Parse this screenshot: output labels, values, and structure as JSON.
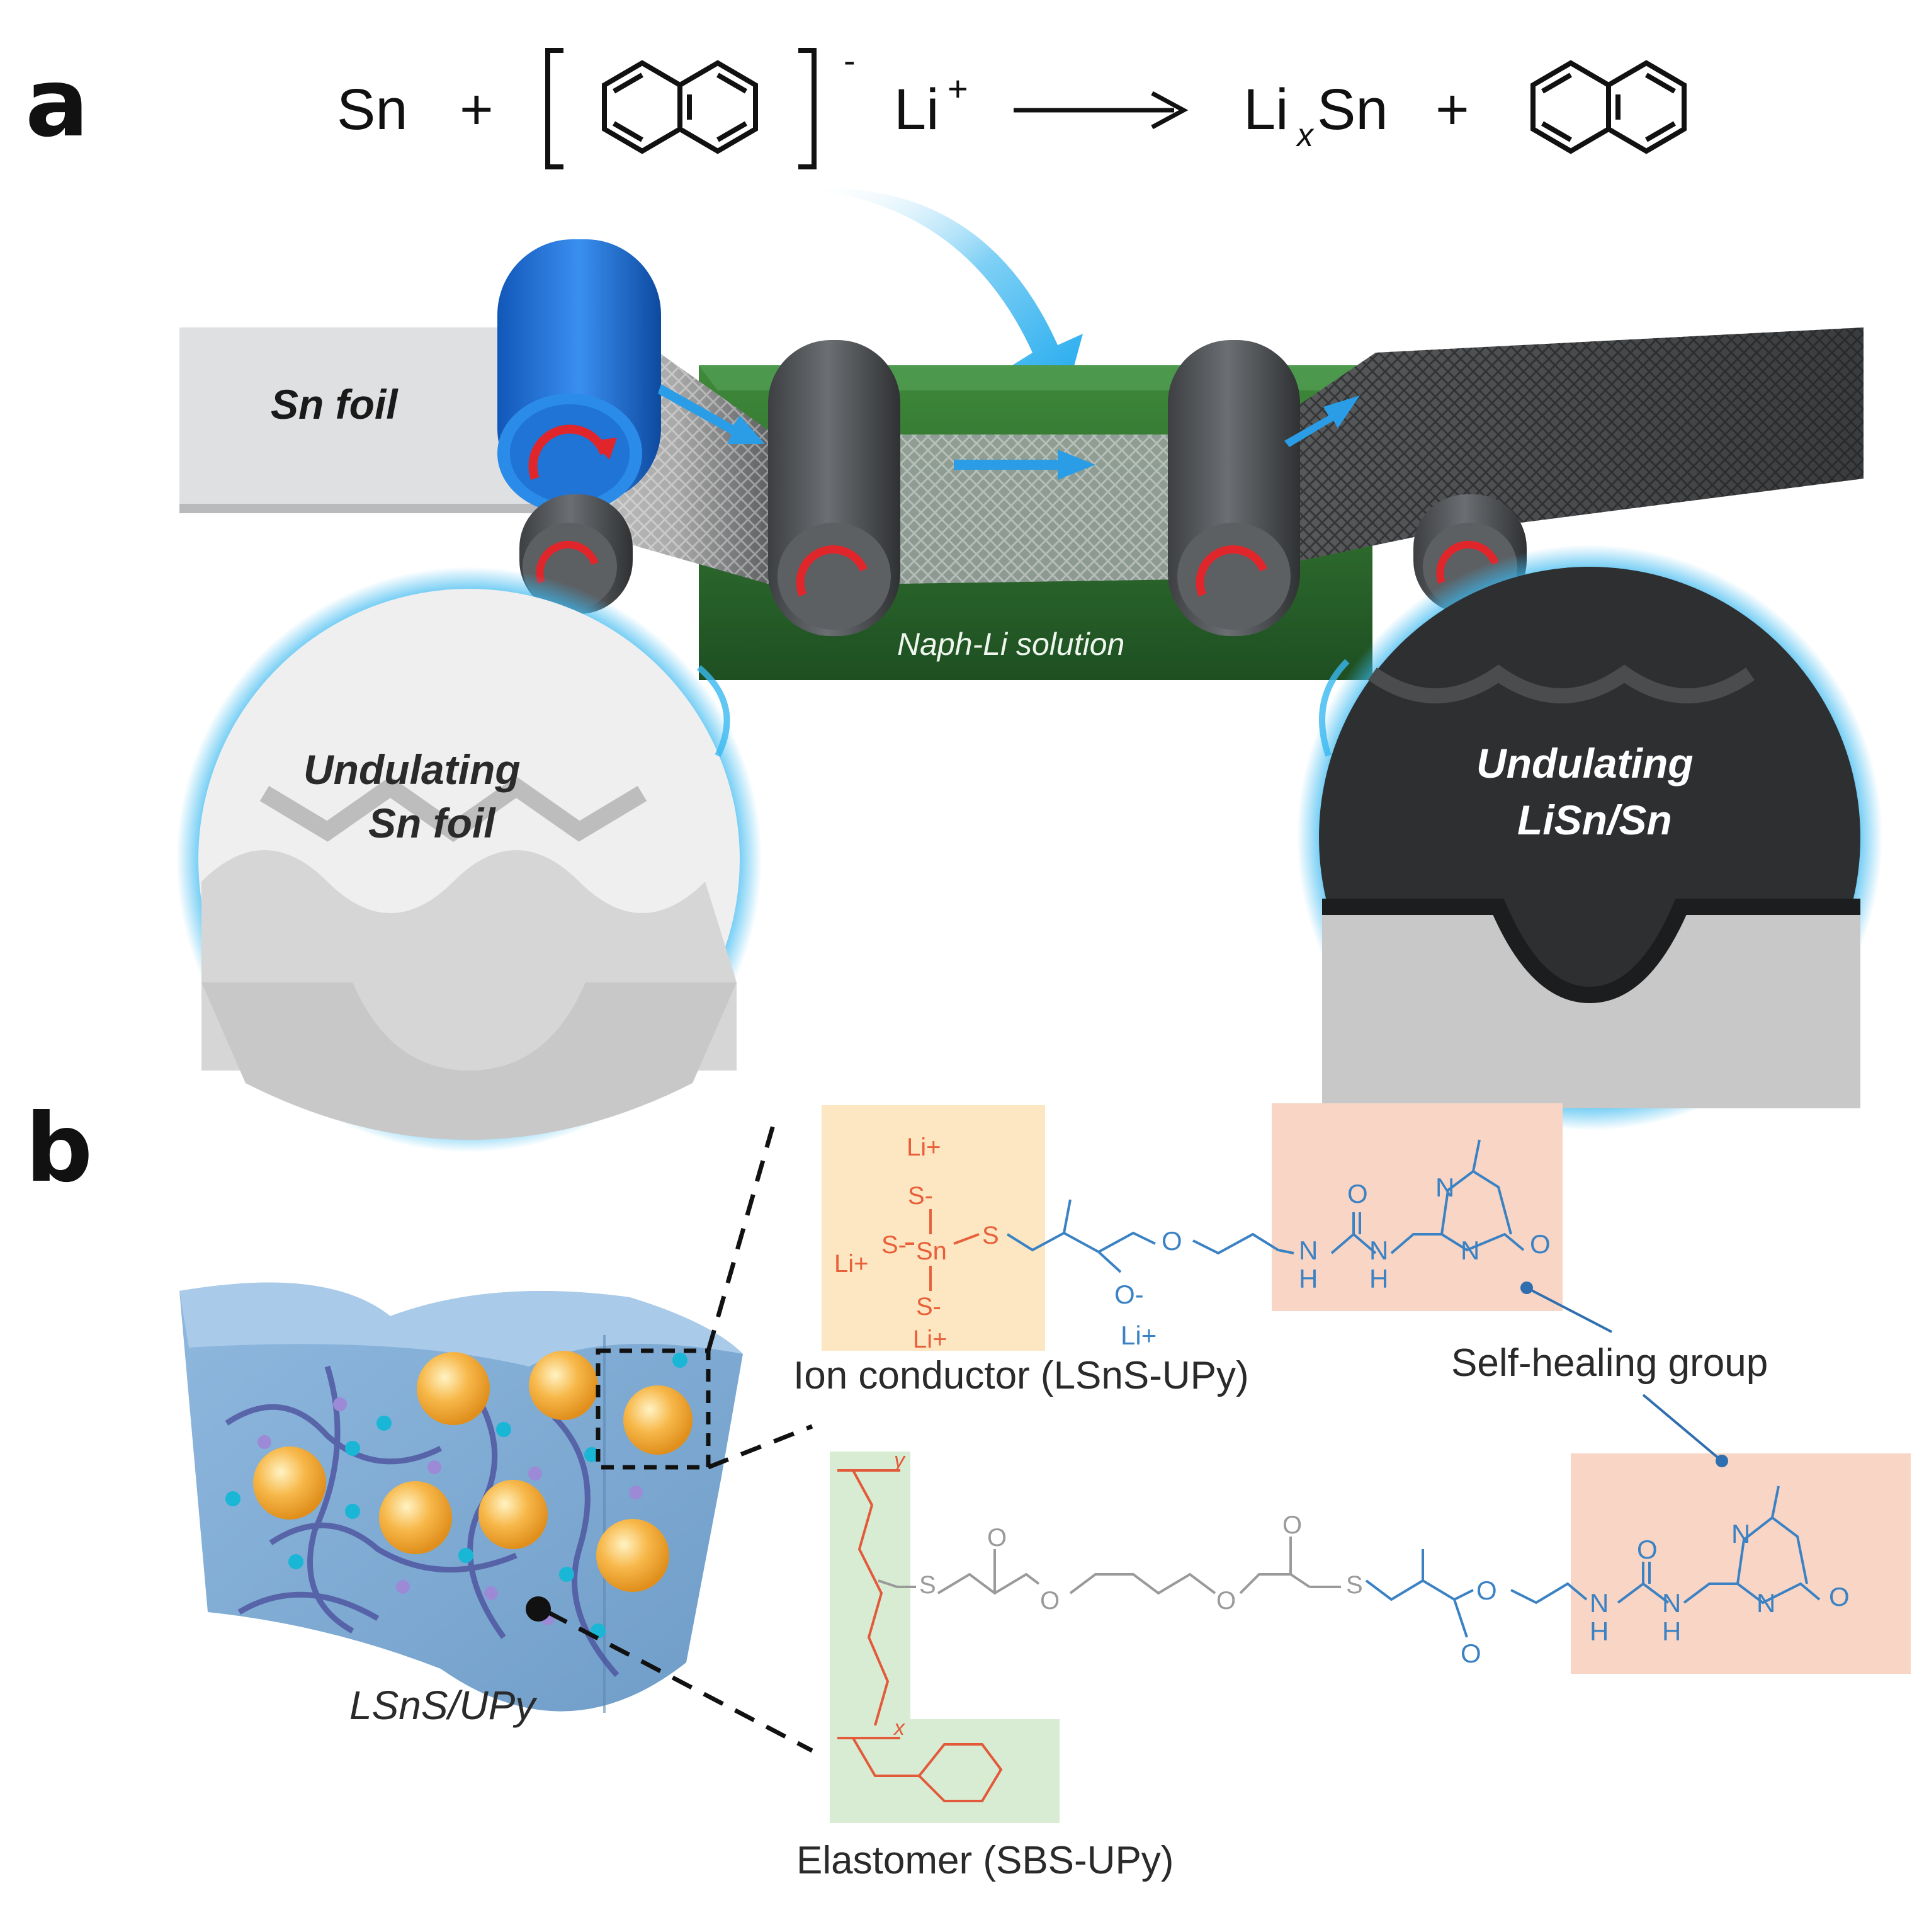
{
  "panel_a": {
    "letter": "a",
    "equation": {
      "sn": "Sn",
      "plus1": "+",
      "anion_charge": "-",
      "li": "Li",
      "li_charge": "+",
      "product_li": "Li",
      "product_x": "x",
      "product_sn": "Sn",
      "plus2": "+"
    },
    "labels": {
      "sn_foil": "Sn foil",
      "solution": "Naph-Li solution",
      "undulating_sn_1": "Undulating",
      "undulating_sn_2": "Sn foil",
      "undulating_lisn_1": "Undulating",
      "undulating_lisn_2": "LiSn/Sn"
    }
  },
  "panel_b": {
    "letter": "b",
    "composite_label": "LSnS/UPy",
    "ion_conductor_label": "Ion conductor (LSnS-UPy)",
    "self_healing_label": "Self-healing group",
    "elastomer_label": "Elastomer (SBS-UPy)",
    "lsns_atoms": {
      "li_top": "Li+",
      "s_top": "S-",
      "s_left": "S-",
      "li_left": "Li+",
      "sn": "Sn",
      "s_bottom": "S-",
      "li_bottom": "Li+",
      "s_link": "S"
    },
    "upy1_atoms": {
      "o_ester": "O",
      "o_minus": "O-",
      "li_plus": "Li+",
      "n_ring_top": "N",
      "n_ring_bottom": "N",
      "o_ring": "O",
      "o_urea": "O",
      "nh_1": "N",
      "h_1": "H",
      "nh_2": "N",
      "h_2": "H"
    },
    "sbs_atoms": {
      "y": "y",
      "x": "x",
      "s_1": "S",
      "o_1": "O",
      "o_2": "O",
      "o_3": "O",
      "o_4": "O",
      "s_2": "S",
      "o_5": "O",
      "o_6": "O",
      "o_urea": "O",
      "n_ring_top": "N",
      "n_ring_bottom": "N",
      "o_ring": "O",
      "nh_1": "N",
      "h_1": "H",
      "nh_2": "N",
      "h_2": "H"
    }
  },
  "colors": {
    "roller_blue": "#1f74d6",
    "roller_grey": "#545659",
    "rotation_arrow": "#e0262b",
    "flow_arrow": "#2a9de6",
    "solution_green": "#2f6e2f",
    "glow_blue": "#38b8f0",
    "lsns_highlight": "#fde7c2",
    "upy_highlight": "#f8d5c4",
    "sbs_highlight": "#d8ecd3"
  }
}
